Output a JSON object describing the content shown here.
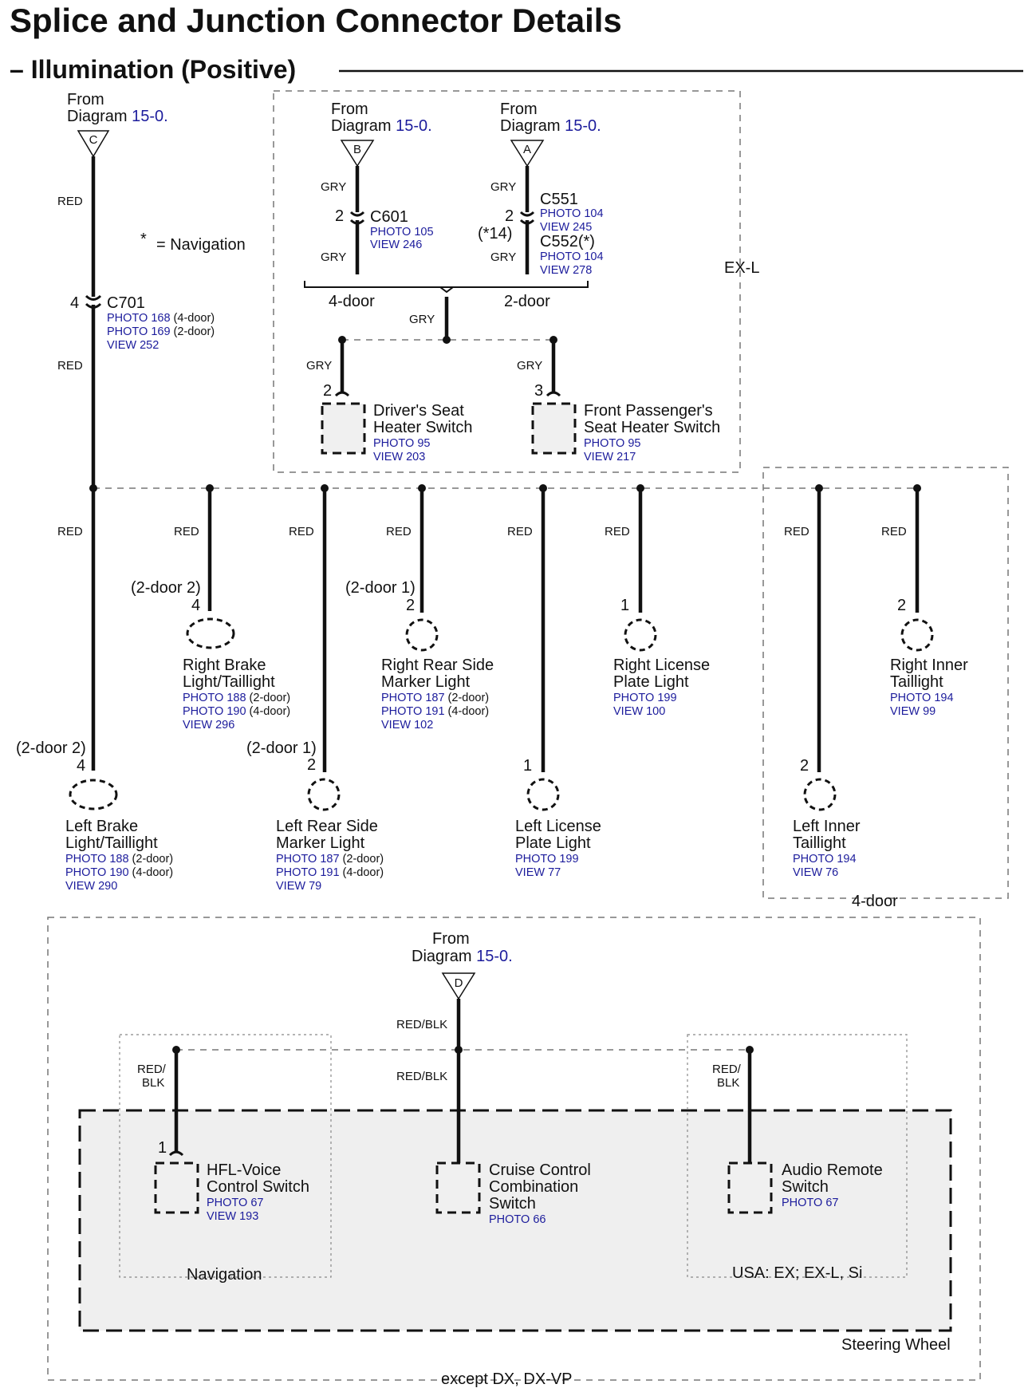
{
  "title": "Splice and Junction Connector Details",
  "subtitle": "– Illumination (Positive)",
  "legend": {
    "star": "*",
    "eq": "= Navigation"
  },
  "group_labels": {
    "exl": "EX-L",
    "four_door_box": "4-door",
    "navigation": "Navigation",
    "usa": "USA: EX; EX-L, Si",
    "steering_wheel": "Steering Wheel",
    "except_dx": "except DX, DX-VP"
  },
  "sources": {
    "c": {
      "from": "From",
      "diagram": "Diagram",
      "ref": "15-0.",
      "letter": "C"
    },
    "b": {
      "from": "From",
      "diagram": "Diagram",
      "ref": "15-0.",
      "letter": "B"
    },
    "a": {
      "from": "From",
      "diagram": "Diagram",
      "ref": "15-0.",
      "letter": "A"
    },
    "d": {
      "from": "From",
      "diagram": "Diagram",
      "ref": "15-0.",
      "letter": "D"
    }
  },
  "wires": {
    "red": "RED",
    "gry": "GRY",
    "redblk": "RED/BLK",
    "red_s": "RED/",
    "blk_s": "BLK"
  },
  "connectors": {
    "c701": {
      "pin": "4",
      "name": "C701",
      "l1": "PHOTO 168",
      "l1s": " (4-door)",
      "l2": "PHOTO 169",
      "l2s": " (2-door)",
      "l3": "VIEW 252"
    },
    "c601": {
      "pin": "2",
      "name": "C601",
      "l1": "PHOTO 105",
      "l2": "VIEW 246"
    },
    "c551": {
      "pin": "2",
      "note": "(*14)",
      "name": "C551",
      "l1": "PHOTO 104",
      "l2": "VIEW 245",
      "name2": "C552(*)",
      "l3": "PHOTO 104",
      "l4": "VIEW 278"
    }
  },
  "branch": {
    "four": "4-door",
    "two": "2-door"
  },
  "components": {
    "driver_seat": {
      "pin": "2",
      "n1": "Driver's Seat",
      "n2": "Heater Switch",
      "p": "PHOTO 95",
      "v": "VIEW 203"
    },
    "pass_seat": {
      "pin": "3",
      "n1": "Front Passenger's",
      "n2": "Seat Heater Switch",
      "p": "PHOTO 95",
      "v": "VIEW 217"
    },
    "right_brake": {
      "note": "(2-door 2)",
      "pin": "4",
      "n1": "Right Brake",
      "n2": "Light/Taillight",
      "p1": "PHOTO 188",
      "p1s": " (2-door)",
      "p2": "PHOTO 190",
      "p2s": " (4-door)",
      "v": "VIEW 296"
    },
    "right_rear_side": {
      "note": "(2-door 1)",
      "pin": "2",
      "n1": "Right Rear Side",
      "n2": "Marker Light",
      "p1": "PHOTO 187",
      "p1s": " (2-door)",
      "p2": "PHOTO 191",
      "p2s": " (4-door)",
      "v": "VIEW 102"
    },
    "right_license": {
      "pin": "1",
      "n1": "Right License",
      "n2": "Plate Light",
      "p": "PHOTO 199",
      "v": "VIEW 100"
    },
    "right_inner": {
      "pin": "2",
      "n1": "Right Inner",
      "n2": "Taillight",
      "p": "PHOTO 194",
      "v": "VIEW 99"
    },
    "left_brake": {
      "note": "(2-door 2)",
      "pin": "4",
      "n1": "Left Brake",
      "n2": "Light/Taillight",
      "p1": "PHOTO 188",
      "p1s": " (2-door)",
      "p2": "PHOTO 190",
      "p2s": " (4-door)",
      "v": "VIEW 290"
    },
    "left_rear_side": {
      "note": "(2-door 1)",
      "pin": "2",
      "n1": "Left Rear Side",
      "n2": "Marker Light",
      "p1": "PHOTO 187",
      "p1s": " (2-door)",
      "p2": "PHOTO 191",
      "p2s": " (4-door)",
      "v": "VIEW 79"
    },
    "left_license": {
      "pin": "1",
      "n1": "Left License",
      "n2": "Plate Light",
      "p": "PHOTO 199",
      "v": "VIEW 77"
    },
    "left_inner": {
      "pin": "2",
      "n1": "Left Inner",
      "n2": "Taillight",
      "p": "PHOTO 194",
      "v": "VIEW 76"
    },
    "hfl": {
      "pin": "1",
      "n1": "HFL-Voice",
      "n2": "Control Switch",
      "p": "PHOTO 67",
      "v": "VIEW 193"
    },
    "cruise": {
      "n1": "Cruise Control",
      "n2": "Combination",
      "n3": "Switch",
      "p": "PHOTO 66"
    },
    "audio": {
      "n1": "Audio Remote",
      "n2": "Switch",
      "p": "PHOTO 67"
    }
  }
}
